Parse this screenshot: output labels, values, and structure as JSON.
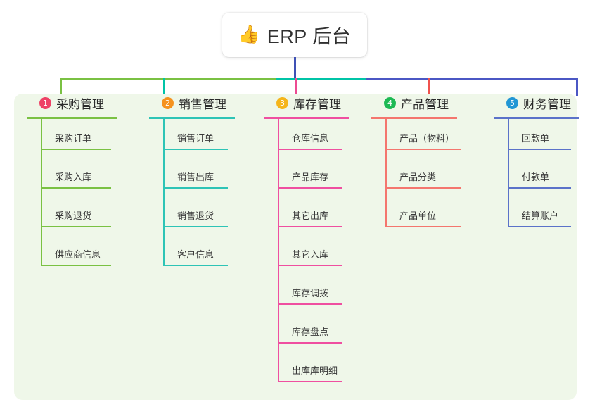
{
  "title": {
    "icon": "thumbs-up-icon",
    "icon_glyph": "👍",
    "text": "ERP 后台"
  },
  "panel": {
    "background_color": "#eff7e9"
  },
  "connectors": {
    "main_stem_color": "#3f51b5",
    "bus_segment_colors": [
      "#7ac143",
      "#00c4a7",
      "#4b57c4"
    ]
  },
  "columns": [
    {
      "number": "1",
      "label": "采购管理",
      "badge_color": "#ee4266",
      "line_color": "#7ac143",
      "drop_color": "#7ac143",
      "items": [
        {
          "label": "采购订单"
        },
        {
          "label": "采购入库"
        },
        {
          "label": "采购退货"
        },
        {
          "label": "供应商信息"
        }
      ]
    },
    {
      "number": "2",
      "label": "销售管理",
      "badge_color": "#f5921e",
      "line_color": "#2ec4b6",
      "drop_color": "#00c4a7",
      "items": [
        {
          "label": "销售订单"
        },
        {
          "label": "销售出库"
        },
        {
          "label": "销售退货"
        },
        {
          "label": "客户信息"
        }
      ]
    },
    {
      "number": "3",
      "label": "库存管理",
      "badge_color": "#f5b51a",
      "line_color": "#ef4fa0",
      "drop_color": "#ed4b92",
      "items": [
        {
          "label": "仓库信息"
        },
        {
          "label": "产品库存"
        },
        {
          "label": "其它出库"
        },
        {
          "label": "其它入库"
        },
        {
          "label": "库存调拨"
        },
        {
          "label": "库存盘点"
        },
        {
          "label": "出库库明细"
        }
      ]
    },
    {
      "number": "4",
      "label": "产品管理",
      "badge_color": "#1db954",
      "line_color": "#f4766e",
      "drop_color": "#f0524d",
      "items": [
        {
          "label": "产品（物料）"
        },
        {
          "label": "产品分类"
        },
        {
          "label": "产品单位"
        }
      ]
    },
    {
      "number": "5",
      "label": "财务管理",
      "badge_color": "#2196d4",
      "line_color": "#5b72c9",
      "drop_color": "#4b57c4",
      "items": [
        {
          "label": "回款单"
        },
        {
          "label": "付款单"
        },
        {
          "label": "结算账户"
        }
      ]
    }
  ]
}
